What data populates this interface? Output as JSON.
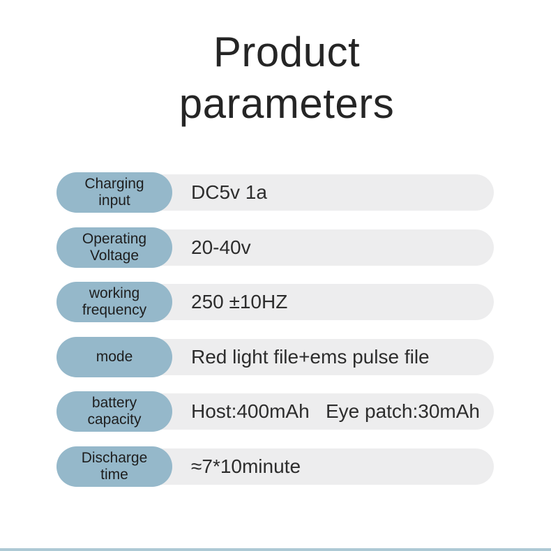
{
  "title": {
    "line1": "Product",
    "line2": "parameters"
  },
  "colors": {
    "background": "#ffffff",
    "pill_blue": "#95b8ca",
    "bar_gray": "#ededee",
    "title_text": "#252525",
    "label_text": "#1e1e1e",
    "value_text": "#2d2d2d",
    "bottom_strip": "#adc9d5"
  },
  "rows": [
    {
      "label_line1": "Charging",
      "label_line2": "input",
      "value": "DC5v 1a"
    },
    {
      "label_line1": "Operating",
      "label_line2": "Voltage",
      "value": "20-40v"
    },
    {
      "label_line1": "working",
      "label_line2": "frequency",
      "value": "250 ±10HZ"
    },
    {
      "label_line1": "mode",
      "label_line2": "",
      "value": "Red light file+ems pulse file"
    },
    {
      "label_line1": "battery",
      "label_line2": "capacity",
      "value": "Host:400mAh   Eye patch:30mAh"
    },
    {
      "label_line1": "Discharge",
      "label_line2": "time",
      "value": "≈7*10minute"
    }
  ]
}
